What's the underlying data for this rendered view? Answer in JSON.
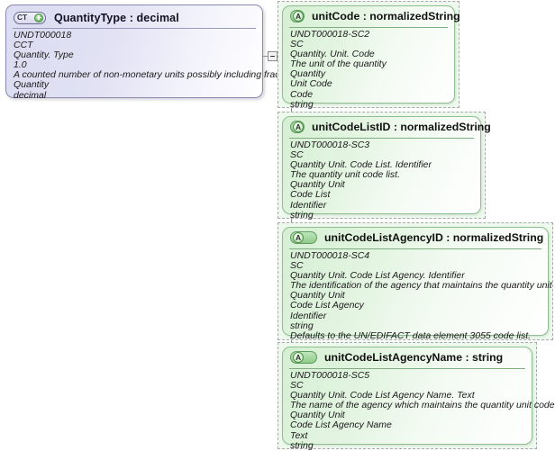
{
  "diagram": {
    "type": "xsd-component-diagram",
    "root": {
      "badge": "CT",
      "badge_plus": "+",
      "title": "QuantityType : decimal",
      "name": "QuantityType",
      "datatype": "decimal",
      "annotations": [
        "UNDT000018",
        "CCT",
        "Quantity. Type",
        "1.0",
        "A counted number of non-monetary units possibly including fractions.",
        "Quantity",
        "decimal"
      ]
    },
    "expander": {
      "state": "expanded",
      "glyph": "−"
    },
    "attributes": [
      {
        "badge": "A",
        "title": "unitCode : normalizedString",
        "name": "unitCode",
        "datatype": "normalizedString",
        "annotations": [
          "UNDT000018-SC2",
          "SC",
          "Quantity. Unit. Code",
          "The unit of the quantity",
          "Quantity",
          "Unit Code",
          "Code",
          "string"
        ]
      },
      {
        "badge": "A",
        "title": "unitCodeListID : normalizedString",
        "name": "unitCodeListID",
        "datatype": "normalizedString",
        "annotations": [
          "UNDT000018-SC3",
          "SC",
          "Quantity Unit. Code List. Identifier",
          "The quantity unit code list.",
          "Quantity Unit",
          "Code List",
          "Identifier",
          "string"
        ]
      },
      {
        "badge": "A",
        "title": "unitCodeListAgencyID : normalizedString",
        "name": "unitCodeListAgencyID",
        "datatype": "normalizedString",
        "annotations": [
          "UNDT000018-SC4",
          "SC",
          "Quantity Unit. Code List Agency. Identifier",
          "The identification of the agency that maintains the quantity unit code list",
          "Quantity Unit",
          "Code List Agency",
          "Identifier",
          "string",
          "Defaults to the UN/EDIFACT data element 3055 code list."
        ]
      },
      {
        "badge": "A",
        "title": "unitCodeListAgencyName : string",
        "name": "unitCodeListAgencyName",
        "datatype": "string",
        "annotations": [
          "UNDT000018-SC5",
          "SC",
          "Quantity Unit. Code List Agency Name. Text",
          "The name of the agency which maintains the quantity unit code list.",
          "Quantity Unit",
          "Code List Agency Name",
          "Text",
          "string"
        ]
      }
    ],
    "colors": {
      "complex_type_fill": "#dcdcf2",
      "complex_type_border": "#8a8ab0",
      "attribute_fill": "#d5efd3",
      "attribute_border": "#8fbf8f",
      "dashed_border": "#a9a9a9",
      "connector": "#8f8f8f"
    }
  }
}
